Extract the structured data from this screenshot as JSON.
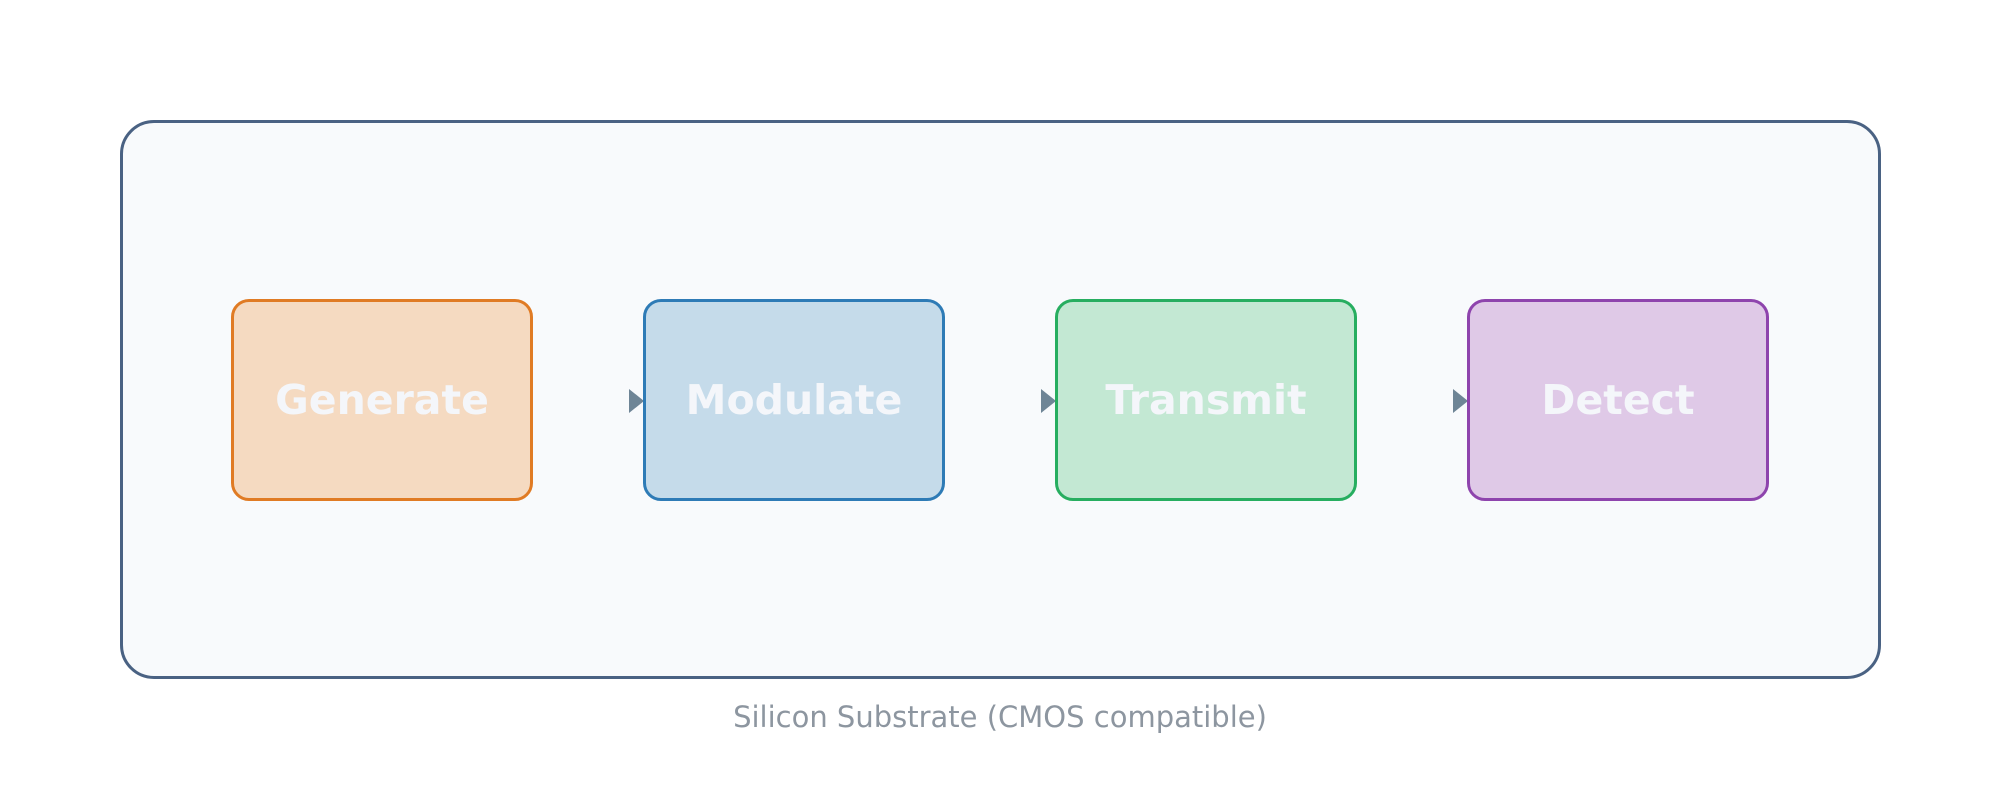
{
  "stages": [
    {
      "label": "Generate",
      "fill": "#f5dac1",
      "border": "#e07b24"
    },
    {
      "label": "Modulate",
      "fill": "#c5dbea",
      "border": "#2e7bb6"
    },
    {
      "label": "Transmit",
      "fill": "#c3e8d3",
      "border": "#27ae60"
    },
    {
      "label": "Detect",
      "fill": "#dfc9e7",
      "border": "#8e44ad"
    }
  ],
  "arrow_color": "#6e8596",
  "substrate": {
    "caption": "Silicon Substrate (CMOS compatible)",
    "border_color": "#4a6283"
  }
}
